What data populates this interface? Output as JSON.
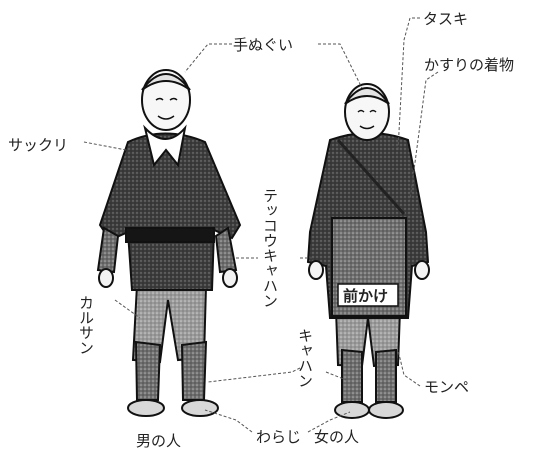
{
  "labels": {
    "tenugui": "手ぬぐい",
    "tasuki": "タスキ",
    "kasuri": "かすりの着物",
    "sakkuri": "サックリ",
    "tekko_kyahan": "テッコウキャハン",
    "karusan": "カルサン",
    "maekake": "前かけ",
    "kyahan": "キャハン",
    "monpe": "モンペ",
    "waraji": "わらじ",
    "man": "男の人",
    "woman": "女の人"
  }
}
